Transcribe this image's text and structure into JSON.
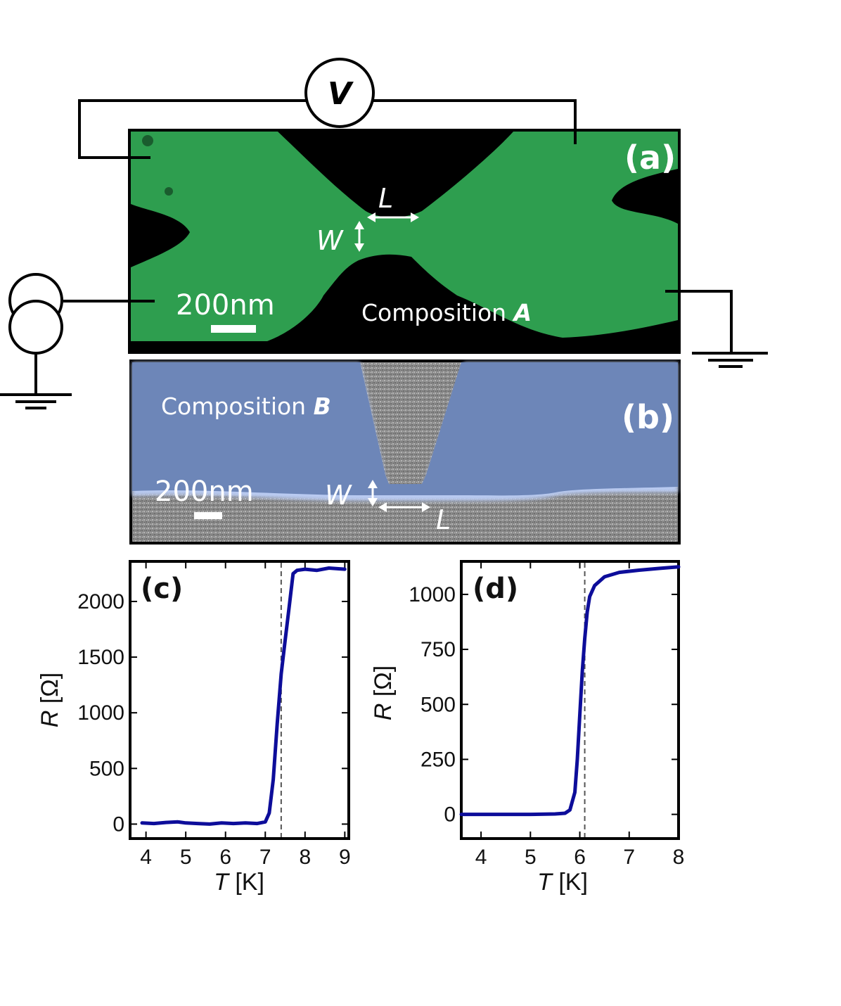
{
  "panel_a": {
    "label": "(a)",
    "composition_text": "Composition ",
    "composition_letter": "A",
    "scale_text": "200nm",
    "dim_l": "L",
    "dim_w": "W",
    "voltmeter": "V",
    "film_color": "#2e9e4f"
  },
  "panel_b": {
    "label": "(b)",
    "composition_text": "Composition ",
    "composition_letter": "B",
    "scale_text": "200nm",
    "dim_l": "L",
    "dim_w": "W",
    "film_color": "#6d86b8"
  },
  "chart_data": [
    {
      "panel": "c",
      "label": "(c)",
      "type": "line",
      "xlabel_italic": "T",
      "xlabel_unit": " [K]",
      "ylabel_italic": "R",
      "ylabel_unit": " [Ω]",
      "xlim": [
        3.6,
        9.1
      ],
      "ylim": [
        -130,
        2360
      ],
      "xticks": [
        4,
        5,
        6,
        7,
        8,
        9
      ],
      "yticks": [
        0,
        500,
        1000,
        1500,
        2000
      ],
      "vline": 7.4,
      "line_color": "#0d0d9a",
      "series": [
        {
          "x": [
            3.9,
            4.2,
            4.5,
            4.8,
            5.0,
            5.3,
            5.6,
            5.9,
            6.2,
            6.5,
            6.8,
            7.0,
            7.1,
            7.2,
            7.3,
            7.4,
            7.5,
            7.6,
            7.7,
            7.8,
            8.0,
            8.3,
            8.6,
            9.0
          ],
          "y": [
            10,
            5,
            15,
            20,
            10,
            5,
            0,
            10,
            5,
            10,
            5,
            20,
            100,
            400,
            900,
            1350,
            1650,
            1950,
            2250,
            2280,
            2290,
            2280,
            2300,
            2290
          ]
        }
      ]
    },
    {
      "panel": "d",
      "label": "(d)",
      "type": "line",
      "xlabel_italic": "T",
      "xlabel_unit": " [K]",
      "ylabel_italic": "R",
      "ylabel_unit": " [Ω]",
      "xlim": [
        3.6,
        8.0
      ],
      "ylim": [
        -110,
        1150
      ],
      "xticks": [
        4,
        5,
        6,
        7,
        8
      ],
      "yticks": [
        0,
        250,
        500,
        750,
        1000
      ],
      "vline": 6.1,
      "line_color": "#0d0d9a",
      "series": [
        {
          "x": [
            3.6,
            4.0,
            4.5,
            5.0,
            5.5,
            5.7,
            5.8,
            5.9,
            5.95,
            6.0,
            6.05,
            6.1,
            6.15,
            6.2,
            6.3,
            6.5,
            6.8,
            7.2,
            7.6,
            8.0
          ],
          "y": [
            0,
            0,
            0,
            0,
            2,
            5,
            20,
            100,
            250,
            450,
            650,
            800,
            920,
            990,
            1040,
            1080,
            1100,
            1110,
            1118,
            1125
          ]
        }
      ]
    }
  ]
}
